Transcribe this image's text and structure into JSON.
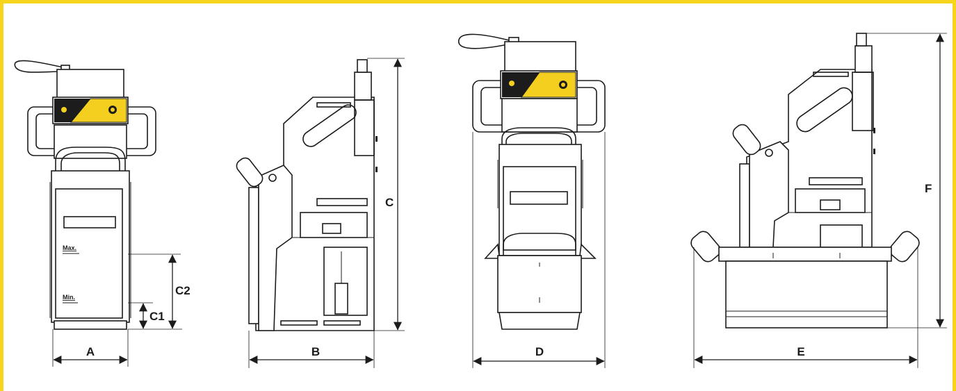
{
  "colors": {
    "frame": "#f7d51d",
    "label_panel": "#f4cf1f",
    "ink": "#1c1c1c"
  },
  "views": [
    {
      "id": "front",
      "dimensions": [
        "A",
        "C1",
        "C2"
      ],
      "levels": {
        "max": "Max.",
        "min": "Min."
      }
    },
    {
      "id": "side",
      "dimensions": [
        "B",
        "C"
      ]
    },
    {
      "id": "front-with-tray",
      "dimensions": [
        "D"
      ]
    },
    {
      "id": "side-with-tray",
      "dimensions": [
        "E",
        "F"
      ]
    }
  ],
  "labels": {
    "A": "A",
    "B": "B",
    "C": "C",
    "C1": "C1",
    "C2": "C2",
    "D": "D",
    "E": "E",
    "F": "F",
    "max": "Max.",
    "min": "Min."
  }
}
